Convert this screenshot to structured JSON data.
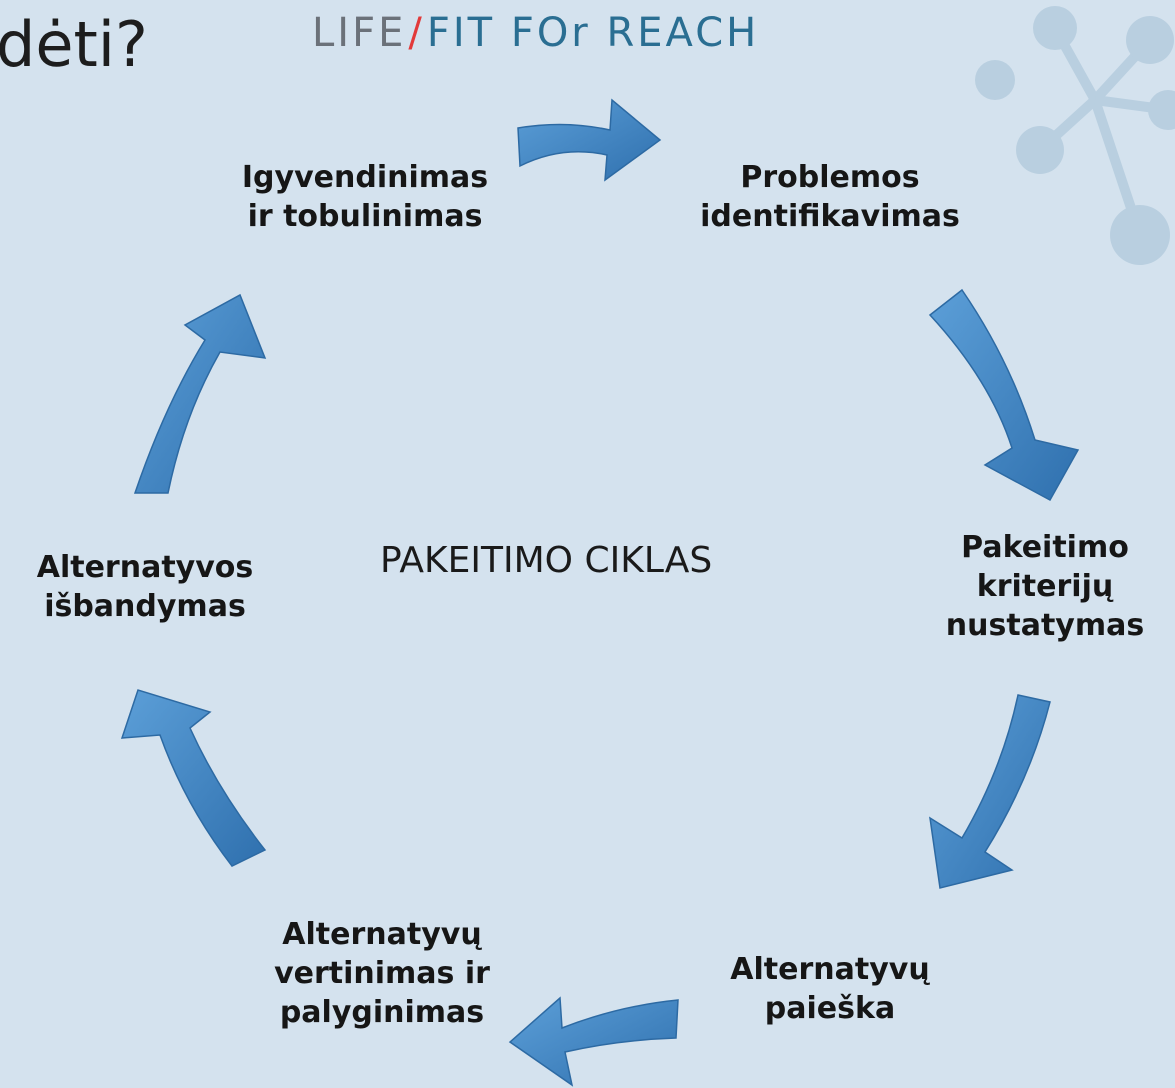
{
  "header": {
    "title_fragment": "dėti?",
    "logo_part1": "LIFE",
    "logo_slash": "/",
    "logo_part2": "FIT FOr REACH"
  },
  "diagram": {
    "center_label": "PAKEITIMO CIKLAS",
    "steps": [
      {
        "line1": "Problemos",
        "line2": "identifikavimas",
        "line3": ""
      },
      {
        "line1": "Pakeitimo",
        "line2": "kriterijų",
        "line3": "nustatymas"
      },
      {
        "line1": "Alternatyvų",
        "line2": "paieška",
        "line3": ""
      },
      {
        "line1": "Alternatyvų",
        "line2": "vertinimas ir",
        "line3": "palyginimas"
      },
      {
        "line1": "Alternatyvos",
        "line2": "išbandymas",
        "line3": ""
      },
      {
        "line1": "Igyvendinimas",
        "line2": "ir tobulinimas",
        "line3": ""
      }
    ]
  },
  "colors": {
    "background": "#d4e2ee",
    "arrow_fill": "#3f86c6",
    "logo_gray": "#6b7179",
    "logo_red": "#e23a3a",
    "logo_blue": "#2a6e92",
    "decoration": "#b9cfe0"
  }
}
